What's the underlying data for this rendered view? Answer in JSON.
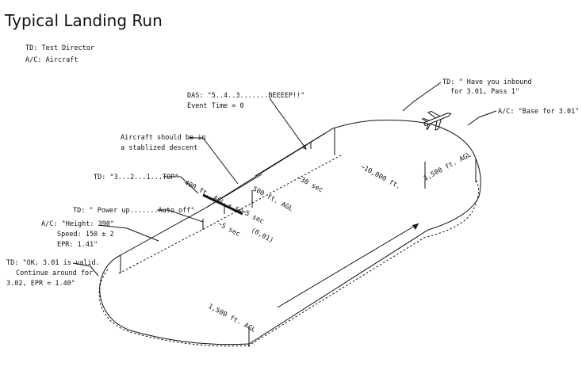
{
  "title": "Typical Landing Run",
  "legend": {
    "td": "TD: Test Director",
    "ac": "A/C: Aircraft"
  },
  "callouts": {
    "das": [
      "DAS: \"5..4..3.......BEEEEP!!\"",
      "Event Time = 0"
    ],
    "inbound": [
      "TD: \" Have you inbound",
      "for 3.01, Pass 1\""
    ],
    "base": [
      "A/C: \"Base for 3.01\""
    ],
    "stabilized": [
      "Aircraft should be in",
      "a stablized descent"
    ],
    "countdown": [
      "TD: \"3...2...1...TOP\""
    ],
    "power": [
      "TD: \" Power up.......Auto off\""
    ],
    "height": [
      "A/C: \"Height: 390\"",
      "Speed: 150 ± 2",
      "EPR: 1.41\""
    ],
    "continue": [
      "TD: \"OK, 3.01 is valid.",
      "Continue around for",
      "3.02, EPR = 1.40\""
    ]
  },
  "path_labels": {
    "agl_400": "400 ft. AGL ± 50'",
    "agl_500": "500 ft. AGL",
    "sec_30": "~30 sec",
    "dist_10000": "~10,000 ft.",
    "agl_1500_right": "1,500 ft. AGL",
    "sec_5_a": "~5 sec",
    "sec_5_b": "~5 sec",
    "point_001": "(0,01)",
    "agl_1500_bottom": "1,500 ft. AGL"
  }
}
